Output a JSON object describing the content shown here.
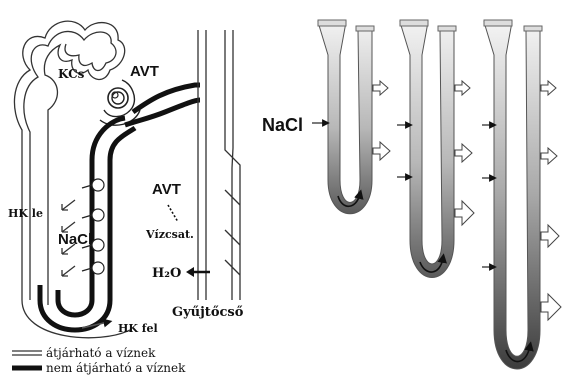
{
  "nephron": {
    "labels": {
      "kcs": "KCs",
      "avt_top": "AVT",
      "hk_le": "HK le",
      "nacl": "NaCl",
      "avt_right": "AVT",
      "vizcsat": "Vízcsat.",
      "h2o": "H₂O",
      "gyujtocso": "Gyűjtőcső",
      "hk_fel": "HK fel"
    },
    "legend": [
      {
        "text": "átjárható a víznek",
        "style": "double-line"
      },
      {
        "text": "nem átjárható a víznek",
        "style": "thick-line"
      }
    ]
  },
  "loops": {
    "nacl_label": "NaCl",
    "count": 3
  }
}
